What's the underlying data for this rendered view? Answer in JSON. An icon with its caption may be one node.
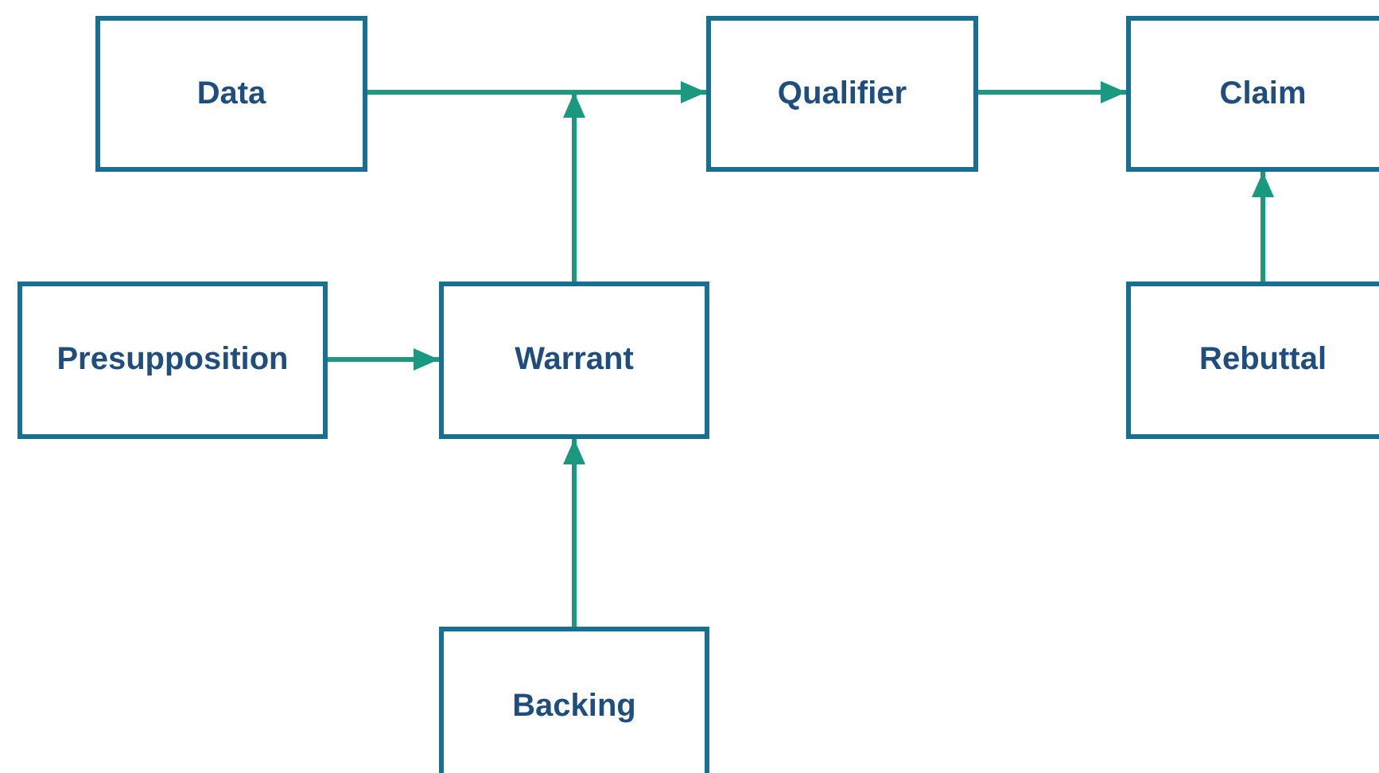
{
  "diagram": {
    "nodes": [
      {
        "text": [
          "Data"
        ]
      },
      {
        "text": [
          "Qualifier"
        ]
      },
      {
        "text": [
          "Claim"
        ]
      },
      {
        "text": [
          "Presupposition"
        ]
      },
      {
        "text": [
          "Warrant"
        ]
      },
      {
        "text": [
          "Rebuttal"
        ]
      },
      {
        "text": [
          "Backing"
        ]
      }
    ],
    "edges": [
      {
        "from": 0,
        "to": 1,
        "arrow": "to"
      },
      {
        "from": 1,
        "to": 2,
        "arrow": "to"
      },
      {
        "from": 4,
        "to": null,
        "arrow": "to"
      },
      {
        "from": 3,
        "to": 4,
        "arrow": "to"
      },
      {
        "from": 5,
        "to": 2,
        "arrow": "to"
      },
      {
        "from": 6,
        "to": 4,
        "arrow": "to"
      }
    ]
  }
}
